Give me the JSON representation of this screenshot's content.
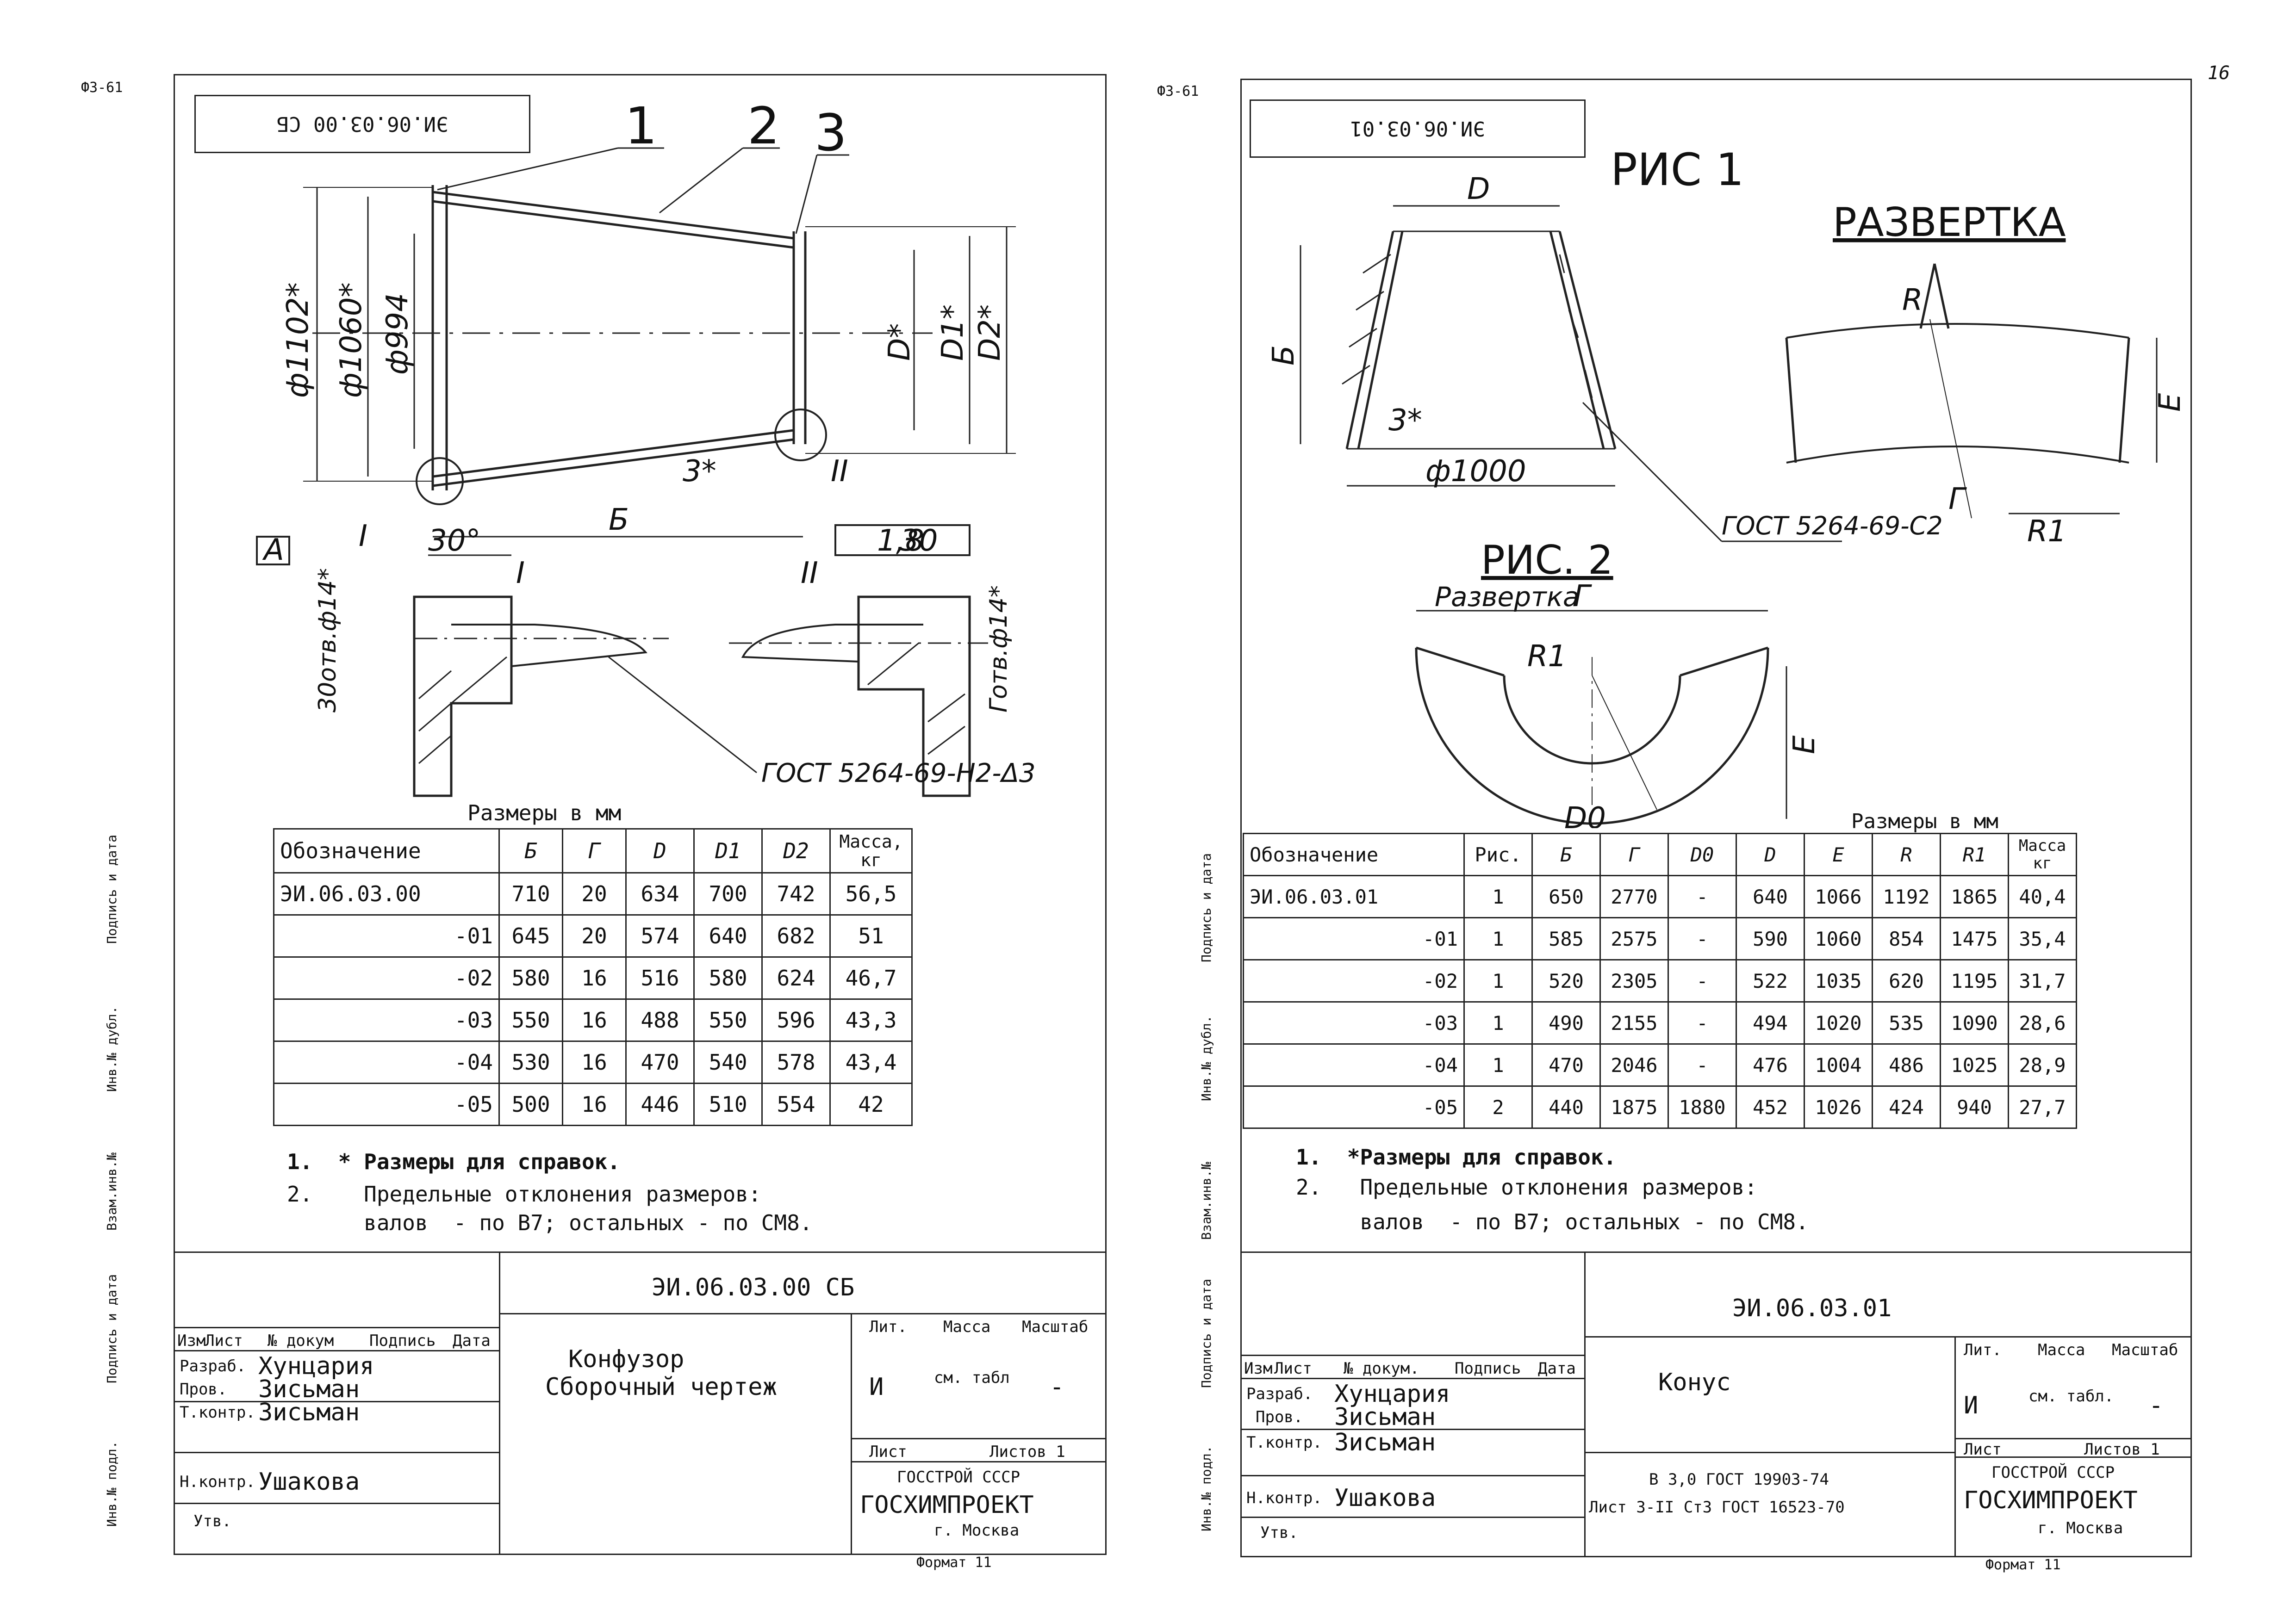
{
  "left": {
    "corner_code": "Ф3-61",
    "stamp_code": "ЭИ.06.03.00 СБ",
    "callouts": [
      "1",
      "2",
      "3"
    ],
    "dims": {
      "d1102": "ф1102*",
      "d1060": "ф1060*",
      "d994": "ф994",
      "D": "D*",
      "D1": "D1*",
      "D2": "D2*",
      "B": "Б",
      "s3": "3*",
      "sec1": "I",
      "sec2": "II",
      "datum": "A",
      "tol": "1,8",
      "deg30a": "30°",
      "deg30b": "30",
      "holes1": "30отв.ф14*",
      "holes2": "Готв.ф14*",
      "weld": "ГОСТ 5264-69-Н2-Δ3"
    },
    "sizes_caption": "Размеры в мм",
    "table": {
      "headers": [
        "Обозначение",
        "Б",
        "Г",
        "D",
        "D1",
        "D2",
        "Масса, кг"
      ],
      "rows": [
        [
          "ЭИ.06.03.00",
          "710",
          "20",
          "634",
          "700",
          "742",
          "56,5"
        ],
        [
          "-01",
          "645",
          "20",
          "574",
          "640",
          "682",
          "51"
        ],
        [
          "-02",
          "580",
          "16",
          "516",
          "580",
          "624",
          "46,7"
        ],
        [
          "-03",
          "550",
          "16",
          "488",
          "550",
          "596",
          "43,3"
        ],
        [
          "-04",
          "530",
          "16",
          "470",
          "540",
          "578",
          "43,4"
        ],
        [
          "-05",
          "500",
          "16",
          "446",
          "510",
          "554",
          "42"
        ]
      ]
    },
    "notes": [
      "1.  * Размеры для справок.",
      "2.    Предельные отклонения размеров:",
      "      валов  - по В7; остальных - по СМ8."
    ],
    "title_block": {
      "code": "ЭИ.06.03.00 СБ",
      "name_line1": "Конфузор",
      "name_line2": "Сборочный чертеж",
      "role_hdr": [
        "Изм",
        "Лист",
        "№ докум",
        "Подпись",
        "Дата"
      ],
      "roles": [
        "Разраб.",
        "Пров.",
        "Т.контр.",
        "",
        "Н.контр.",
        "Утв."
      ],
      "names": [
        "Хунцария",
        "Зисьман",
        "Зисьман",
        "",
        "Ушакова",
        ""
      ],
      "lit_hdr": "Лит.",
      "mass_hdr": "Масса",
      "scale_hdr": "Масштаб",
      "lit": "И",
      "mass": "см. табл",
      "scale": "-",
      "sheet": "Лист",
      "sheets": "Листов 1",
      "org1": "ГОССТРОЙ СССР",
      "org2": "ГОСХИМПРОЕКТ",
      "org3": "г. Москва",
      "format": "Формат 11"
    },
    "side_labels": [
      "Подпись и дата",
      "Инв.№ дубл.",
      "Взам.инв.№",
      "Подпись и дата",
      "Инв.№ подл."
    ]
  },
  "right": {
    "corner_code": "Ф3-61",
    "page_number": "16",
    "stamp_code": "ЭИ.06.03.01",
    "fig1": "РИС 1",
    "fig2": "РИС. 2",
    "fig2_sub": "Развертка",
    "razvertka": "РАЗВЕРТКА",
    "dims": {
      "D": "D",
      "B": "Б",
      "s3": "3*",
      "d1000": "ф1000",
      "R": "R",
      "E": "Е",
      "G": "Г",
      "R1": "R1",
      "D0": "D0",
      "weld": "ГОСТ 5264-69-С2"
    },
    "sizes_caption": "Размеры в мм",
    "table": {
      "headers": [
        "Обозначение",
        "Рис.",
        "Б",
        "Г",
        "D0",
        "D",
        "Е",
        "R",
        "R1",
        "Масса кг"
      ],
      "rows": [
        [
          "ЭИ.06.03.01",
          "1",
          "650",
          "2770",
          "-",
          "640",
          "1066",
          "1192",
          "1865",
          "40,4"
        ],
        [
          "-01",
          "1",
          "585",
          "2575",
          "-",
          "590",
          "1060",
          "854",
          "1475",
          "35,4"
        ],
        [
          "-02",
          "1",
          "520",
          "2305",
          "-",
          "522",
          "1035",
          "620",
          "1195",
          "31,7"
        ],
        [
          "-03",
          "1",
          "490",
          "2155",
          "-",
          "494",
          "1020",
          "535",
          "1090",
          "28,6"
        ],
        [
          "-04",
          "1",
          "470",
          "2046",
          "-",
          "476",
          "1004",
          "486",
          "1025",
          "28,9"
        ],
        [
          "-05",
          "2",
          "440",
          "1875",
          "1880",
          "452",
          "1026",
          "424",
          "940",
          "27,7"
        ]
      ]
    },
    "notes": [
      "1.  *Размеры для справок.",
      "2.   Предельные отклонения размеров:",
      "     валов  - по В7; остальных - по СМ8."
    ],
    "title_block": {
      "code": "ЭИ.06.03.01",
      "name_line1": "Конус",
      "role_hdr": [
        "Изм",
        "Лист",
        "№ докум.",
        "Подпись",
        "Дата"
      ],
      "roles": [
        "Разраб.",
        "Пров.",
        "Т.контр.",
        "",
        "Н.контр.",
        "Утв."
      ],
      "names": [
        "Хунцария",
        "Зисьман",
        "Зисьман",
        "",
        "Ушакова",
        ""
      ],
      "lit_hdr": "Лит.",
      "mass_hdr": "Масса",
      "scale_hdr": "Масштаб",
      "lit": "И",
      "mass": "см. табл.",
      "scale": "-",
      "sheet": "Лист",
      "sheets": "Листов 1",
      "org1": "ГОССТРОЙ СССР",
      "org2": "ГОСХИМПРОЕКТ",
      "org3": "г. Москва",
      "format": "Формат 11",
      "material1": "В 3,0 ГОСТ 19903-74",
      "material2": "Лист   3-II Ст3 ГОСТ 16523-70"
    },
    "side_labels": [
      "Подпись и дата",
      "Инв.№ дубл.",
      "Взам.инв.№",
      "Подпись и дата",
      "Инв.№ подл."
    ]
  }
}
